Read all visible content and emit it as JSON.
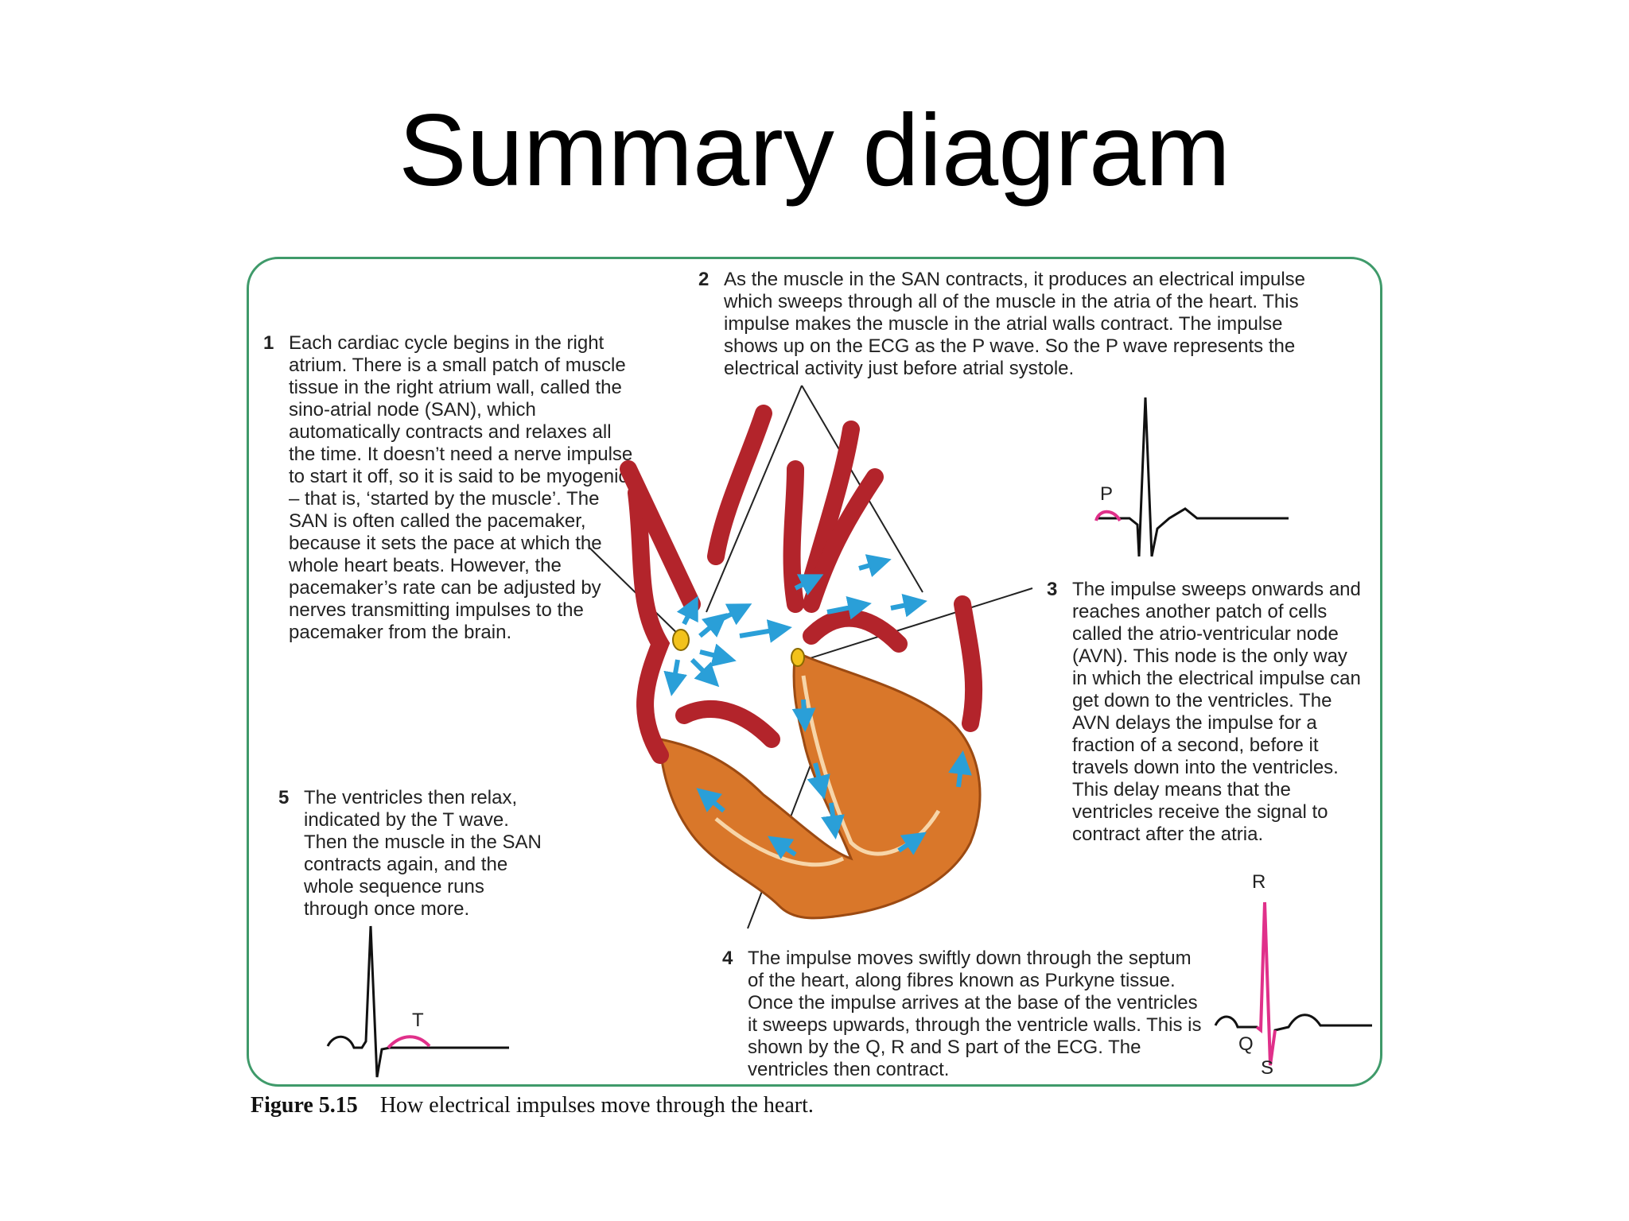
{
  "slide": {
    "title": "Summary diagram"
  },
  "steps": [
    {
      "number": "1",
      "text": "Each cardiac cycle begins in the right atrium. There is a small patch of muscle tissue in the right atrium wall, called the sino-atrial node (SAN), which automatically contracts and relaxes all the time. It doesn’t need a nerve impulse to start it off, so it is said to be myogenic – that is, ‘started by the muscle’. The SAN is often called the pacemaker, because it sets the pace at which the whole heart beats. However, the pacemaker’s rate can be adjusted by nerves transmitting impulses to the pacemaker from the brain."
    },
    {
      "number": "2",
      "text": "As the muscle in the SAN contracts, it produces an electrical impulse which sweeps through all of the muscle in the atria of the heart. This impulse makes the muscle in the atrial walls contract. The impulse shows up on the ECG as the P wave. So the P wave represents the electrical activity just before atrial systole."
    },
    {
      "number": "3",
      "text": "The impulse sweeps onwards and reaches another patch of cells called the atrio-ventricular node (AVN). This node is the only way in which the electrical impulse can get down to the ventricles. The AVN delays the impulse for a fraction of a second, before it travels down into the ventricles. This delay means that the ventricles receive the signal to contract after the atria."
    },
    {
      "number": "4",
      "text": "The impulse moves swiftly down through the septum of the heart, along fibres known as Purkyne tissue. Once the impulse arrives at the base of the ventricles it sweeps upwards, through the ventricle walls. This is shown by the Q, R and S part of the ECG. The ventricles then contract."
    },
    {
      "number": "5",
      "text": "The ventricles then relax, indicated by the T wave. Then the muscle in the SAN contracts again, and the whole sequence runs through once more."
    }
  ],
  "ecg_labels": {
    "p": "P",
    "t": "T",
    "r": "R",
    "q": "Q",
    "s": "S"
  },
  "caption": {
    "number": "Figure 5.15",
    "text": "How electrical impulses move through the heart."
  },
  "colors": {
    "frame": "#3f9a6a",
    "artery_red": "#b3242b",
    "muscle_orange": "#d9772a",
    "impulse_blue": "#2a9fd8",
    "node_yellow": "#f2c21b",
    "ecg_highlight": "#e0308a"
  }
}
